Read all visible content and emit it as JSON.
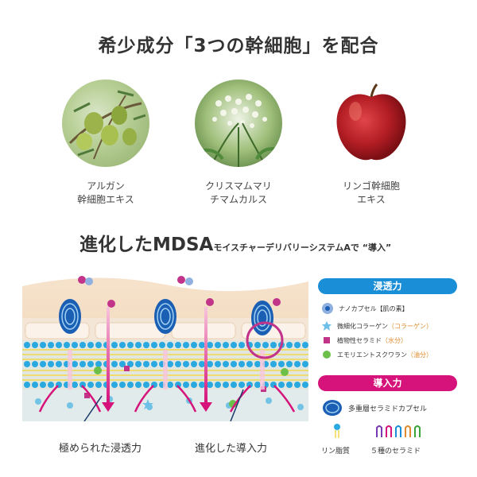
{
  "heading": {
    "title_prefix": "希少成分「3つの幹細胞」を配合"
  },
  "ingredients": [
    {
      "line1": "アルガン",
      "line2": "幹細胞エキス"
    },
    {
      "line1": "クリスマムマリ",
      "line2": "チマムカルス"
    },
    {
      "line1": "リンゴ幹細胞",
      "line2": "エキス"
    }
  ],
  "section2": {
    "title_main": "進化したMDSA",
    "title_sub": "モイスチャーデリバリーシステムAで “導入”"
  },
  "diagram": {
    "label_left": "極められた浸透力",
    "label_right": "進化した導入力"
  },
  "legend": {
    "penetration_header": "浸透力",
    "penetration_color": "#1a8fd8",
    "items": [
      {
        "icon": "nanocapsule-icon",
        "label": "ナノカプセル【肌の素】",
        "note": ""
      },
      {
        "icon": "star-collagen-icon",
        "label": "微細化コラーゲン",
        "note": "（コラーゲン）"
      },
      {
        "icon": "square-ceramide-icon",
        "label": "植物性セラミド",
        "note": "（水分）"
      },
      {
        "icon": "green-ball-icon",
        "label": "エモリエントスクワラン",
        "note": "（油分）"
      }
    ],
    "introduction_header": "導入力",
    "introduction_color": "#d6137a",
    "capsule_label": "多重層セラミドカプセル",
    "phospholipid_label": "リン脂質",
    "ceramide_label": "５種のセラミド"
  },
  "colors": {
    "arrow_pink": "#d6137a",
    "membrane_blue": "#29a9e0",
    "skin_peach": "#f6dcc0"
  }
}
